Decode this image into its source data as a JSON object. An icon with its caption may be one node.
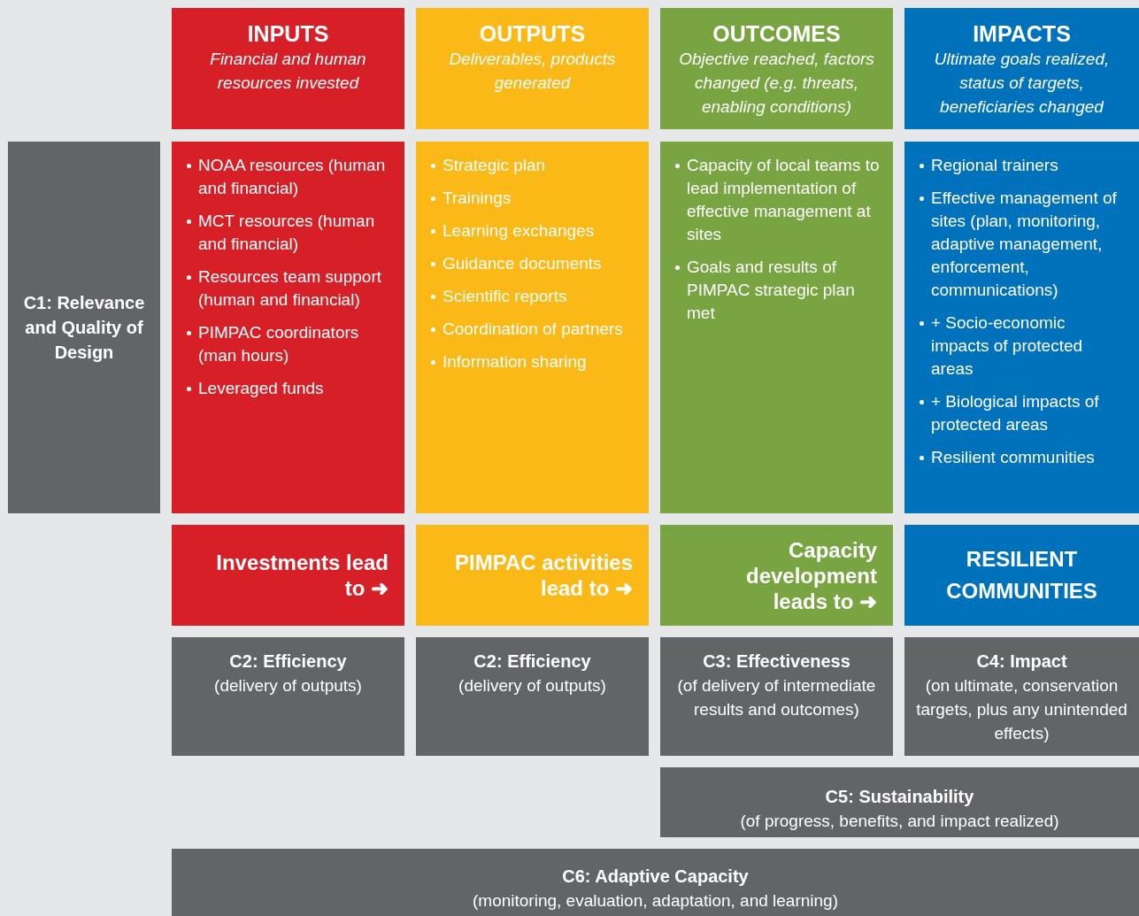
{
  "diagram": {
    "nodes": [
      {
        "text": [
          "INPUTS",
          "Financial and human resources invested"
        ]
      },
      {
        "text": [
          "OUTPUTS",
          "Deliverables, products generated"
        ]
      },
      {
        "text": [
          "OUTCOMES",
          "Objective reached, factors changed (e.g. threats, enabling conditions)"
        ]
      },
      {
        "text": [
          "IMPACTS",
          "Ultimate goals realized, status of targets, beneficiaries changed"
        ]
      },
      {
        "text": [
          "C1: Relevance and Quality of Design"
        ]
      },
      {
        "text": [
          "NOAA resources (human and financial)",
          "MCT resources (human and financial)",
          "Resources team support (human and financial)",
          "PIMPAC coordinators (man hours)",
          "Leveraged funds"
        ]
      },
      {
        "text": [
          "Strategic plan",
          "Trainings",
          "Learning exchanges",
          "Guidance documents",
          "Scientific reports",
          "Coordination of partners",
          "Information sharing"
        ]
      },
      {
        "text": [
          "Capacity of local teams to lead implementation of effective management at sites",
          "Goals and results of PIMPAC strategic plan met"
        ]
      },
      {
        "text": [
          "Regional trainers",
          "Effective management of sites (plan, monitoring, adaptive management, enforcement, communications)",
          "+ Socio-economic impacts of protected areas",
          "+ Biological impacts of protected areas",
          "Resilient communities"
        ]
      },
      {
        "text": [
          "Investments lead to ➜"
        ]
      },
      {
        "text": [
          "PIMPAC activities lead to ➜"
        ]
      },
      {
        "text": [
          "Capacity development leads to ➜"
        ]
      },
      {
        "text": [
          "RESILIENT COMMUNITIES"
        ]
      },
      {
        "text": [
          "C2: Efficiency",
          "(delivery of outputs)"
        ]
      },
      {
        "text": [
          "C2: Efficiency",
          "(delivery of outputs)"
        ]
      },
      {
        "text": [
          "C3: Effectiveness",
          "(of delivery of intermediate results and outcomes)"
        ]
      },
      {
        "text": [
          "C4: Impact",
          "(on ultimate, conservation targets, plus any unintended effects)"
        ]
      },
      {
        "text": [
          "C5: Sustainability",
          "(of progress, benefits, and impact realized)"
        ]
      },
      {
        "text": [
          "C6: Adaptive Capacity",
          "(monitoring, evaluation, adaptation, and learning)"
        ]
      }
    ],
    "edges": []
  }
}
